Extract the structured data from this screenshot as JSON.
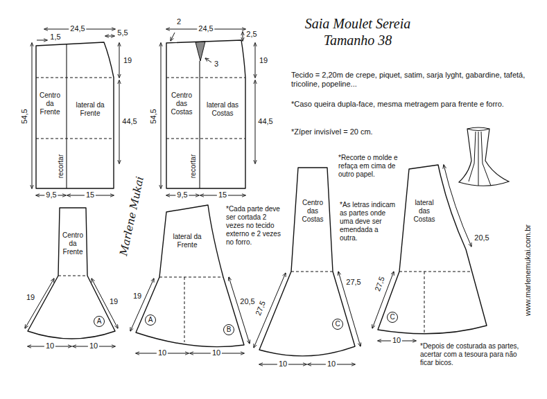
{
  "diagram": {
    "title": "Saia Moulet Sereia Tamanho 38",
    "nodes": [
      {
        "text": [
          "Centro da Frente",
          "lateral da Frente",
          "recortar"
        ]
      },
      {
        "text": [
          "Centro das Costas",
          "lateral das Costas",
          "recortar"
        ]
      },
      {
        "text": [
          "Centro da Frente",
          "A"
        ]
      },
      {
        "text": [
          "lateral da Frente",
          "A",
          "B"
        ]
      },
      {
        "text": [
          "Centro das Costas",
          "C"
        ]
      },
      {
        "text": [
          "lateral das Costas",
          "C"
        ]
      }
    ],
    "labels": [
      "24,5",
      "1,5",
      "5,5",
      "19",
      "44,5",
      "54,5",
      "9,5",
      "15",
      "24,5",
      "2",
      "2,5",
      "3",
      "19",
      "44,5",
      "54,5",
      "9,5",
      "15",
      "Tecido = 2,20m de crepe, piquet, satim, sarja lyght, gabardine, tafetá, tricoline, popeline...",
      "*Caso queira dupla-face, mesma metragem para frente e forro.",
      "*Zíper invisível = 20 cm.",
      "*Recorte o molde e refaça em cima de outro papel.",
      "*As letras indicam as partes onde uma deve ser emendada a outra.",
      "*Cada parte deve ser cortada 2 vezes no tecido externo e 2 vezes no forro.",
      "*Depois de costurada as partes, acertar com a tesoura para não ficar bicos.",
      "www.marlenemukai.com.br",
      "Marlene Mukai",
      "19",
      "19",
      "10",
      "10",
      "19",
      "20,5",
      "10",
      "10",
      "27,5",
      "27,5",
      "10",
      "10",
      "27,5",
      "20,5",
      "10"
    ]
  }
}
